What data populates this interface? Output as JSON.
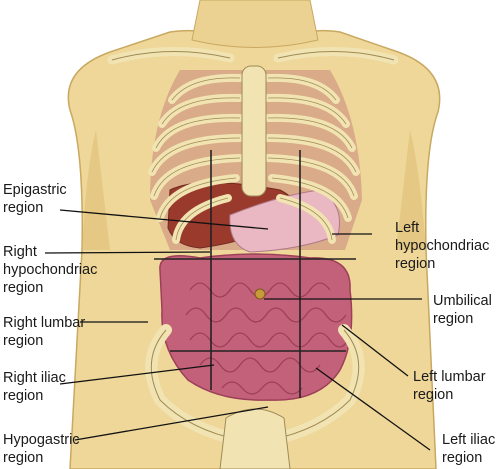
{
  "labels": {
    "epigastric": "Epigastric\nregion",
    "right_hypochondriac": "Right\nhypochondriac\nregion",
    "right_lumbar": "Right lumbar\nregion",
    "right_iliac": "Right iliac\nregion",
    "hypogastric": "Hypogastric\nregion",
    "left_hypochondriac": "Left\nhypochondriac\nregion",
    "umbilical": "Umbilical\nregion",
    "left_lumbar": "Left lumbar\nregion",
    "left_iliac": "Left iliac\nregion"
  },
  "colors": {
    "skin": "#efd79a",
    "skin_shadow": "#d9b96d",
    "bone": "#f1e4b2",
    "bone_outline": "#9e8a55",
    "organ": "#c4617a",
    "organ_dark": "#9c3f57",
    "liver": "#9a3a2c",
    "stomach": "#e9b8c2",
    "leader": "#111111"
  }
}
